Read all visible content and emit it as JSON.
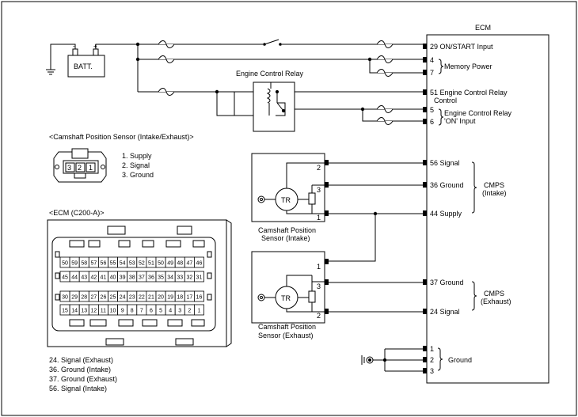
{
  "ecm": {
    "title": "ECM",
    "pins": {
      "p29": "29 ON/START Input",
      "p4": "4",
      "p7": "7",
      "memory": "Memory Power",
      "p51a": "51 Engine Control Relay",
      "p51b": "Control",
      "p5": "5",
      "p6": "6",
      "relay_on_a": "Engine Control Relay",
      "relay_on_b": "'ON' Input",
      "p56": "56 Signal",
      "p36": "36 Ground",
      "p44": "44 Supply",
      "cmps_in_a": "CMPS",
      "cmps_in_b": "(Intake)",
      "p37": "37 Ground",
      "p24": "24 Signal",
      "cmps_ex_a": "CMPS",
      "cmps_ex_b": "(Exhaust)",
      "g1": "1",
      "g2": "2",
      "g3": "3",
      "ground": "Ground"
    }
  },
  "battery": {
    "label": "BATT.",
    "minus": "-",
    "plus": "+"
  },
  "relay": {
    "title": "Engine Control Relay"
  },
  "sensor_intake": {
    "tr": "TR",
    "pin2": "2",
    "pin3": "3",
    "pin1": "1",
    "caption_a": "Camshaft Position",
    "caption_b": "Sensor (Intake)"
  },
  "sensor_exhaust": {
    "tr": "TR",
    "pin1": "1",
    "pin3": "3",
    "pin2": "2",
    "caption_a": "Camshaft Position",
    "caption_b": "Sensor (Exhaust)"
  },
  "cmp_connector": {
    "title": "<Camshaft Position Sensor (Intake/Exhaust)>",
    "pins": [
      "3",
      "2",
      "1"
    ],
    "legend": [
      "1. Supply",
      "2. Signal",
      "3. Ground"
    ]
  },
  "ecm_connector": {
    "title": "<ECM (C200-A)>",
    "row1": [
      "50",
      "59",
      "58",
      "57",
      "56",
      "55",
      "54",
      "53",
      "52",
      "51",
      "50",
      "49",
      "48",
      "47",
      "46"
    ],
    "row2": [
      "45",
      "44",
      "43",
      "42",
      "41",
      "40",
      "39",
      "38",
      "37",
      "36",
      "35",
      "34",
      "33",
      "32",
      "31"
    ],
    "row3": [
      "30",
      "29",
      "28",
      "27",
      "26",
      "25",
      "24",
      "23",
      "22",
      "21",
      "20",
      "19",
      "18",
      "17",
      "16"
    ],
    "row4": [
      "15",
      "14",
      "13",
      "12",
      "11",
      "10",
      "9",
      "8",
      "7",
      "6",
      "5",
      "4",
      "3",
      "2",
      "1"
    ],
    "legend": [
      "24. Signal (Exhaust)",
      "36. Ground (Intake)",
      "37. Ground (Exhaust)",
      "56. Signal (Intake)"
    ]
  }
}
